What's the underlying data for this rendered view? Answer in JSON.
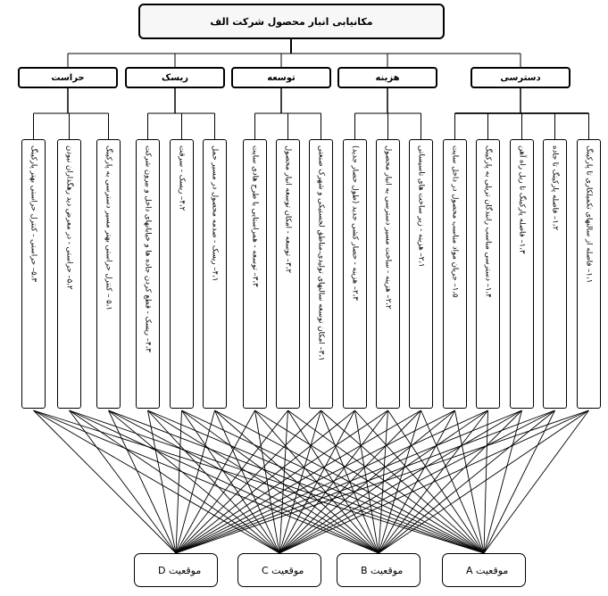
{
  "root": {
    "label": "مکانیابی انبار محصول شرکت الف"
  },
  "criteria": [
    {
      "id": "5",
      "label": "حراست"
    },
    {
      "id": "4",
      "label": "ریسک"
    },
    {
      "id": "3",
      "label": "توسعه"
    },
    {
      "id": "2",
      "label": "هزینه"
    },
    {
      "id": "1",
      "label": "دسترسی"
    }
  ],
  "subcriteria": [
    {
      "parent": 0,
      "label": "۵،۳– حراستی - کنترل حراستی بهتر پارکینگ"
    },
    {
      "parent": 0,
      "label": "۵،۲– حراستی - در معرض دید رهگذاران نبودن"
    },
    {
      "parent": 0,
      "label": "۵،۱ – کنترل حراستی بهتر مسیر دسترسی به پارکینگ"
    },
    {
      "parent": 1,
      "label": "۴،۳– ریسک - قطع کردن جاده ها و خیابانهای داخل و بیرون شرکت"
    },
    {
      "parent": 1,
      "label": "۴،۲– ریسک - سرقت"
    },
    {
      "parent": 1,
      "label": "۴،۱– ریسک - صدمه محصول در مسیر حمل"
    },
    {
      "parent": 2,
      "label": "۳،۳– توسعه - همراستایی با طرح هادی سایت"
    },
    {
      "parent": 2,
      "label": "۳،۲– توسعه - امکان توسعه انبار محصول"
    },
    {
      "parent": 2,
      "label": "۳،۱– امکان توسعه سالنهای تولیدی،مناطق لجستیکی و شهرک صنعتی"
    },
    {
      "parent": 3,
      "label": "۲،۳– هزینه - حصار کشی جدید (طول حصار جدید)"
    },
    {
      "parent": 3,
      "label": "۲،۲– هزینه - ساخت مسیر دسترسی به انبار محصول"
    },
    {
      "parent": 3,
      "label": "۲،۱– هزینه - زیر ساخت های تاسیساتی"
    },
    {
      "parent": 4,
      "label": "۱،۵– جریان مواد مناسب محصول در داخل سایت"
    },
    {
      "parent": 4,
      "label": "۱،۴– دسترسی مناسب رانندگان تریلی به پارکینگ"
    },
    {
      "parent": 4,
      "label": "۱،۳– فاصله پارکینگ تا ریل راه آهن"
    },
    {
      "parent": 4,
      "label": "۱،۲– فاصله پارکینگ تا جاده"
    },
    {
      "parent": 4,
      "label": "۱،۱– فاصله از سالنهای تکمیلکاری تا پارکینگ"
    }
  ],
  "alternatives": [
    {
      "label": "موقعیت D"
    },
    {
      "label": "موقعیت C"
    },
    {
      "label": "موقعیت B"
    },
    {
      "label": "موقعیت A"
    }
  ]
}
